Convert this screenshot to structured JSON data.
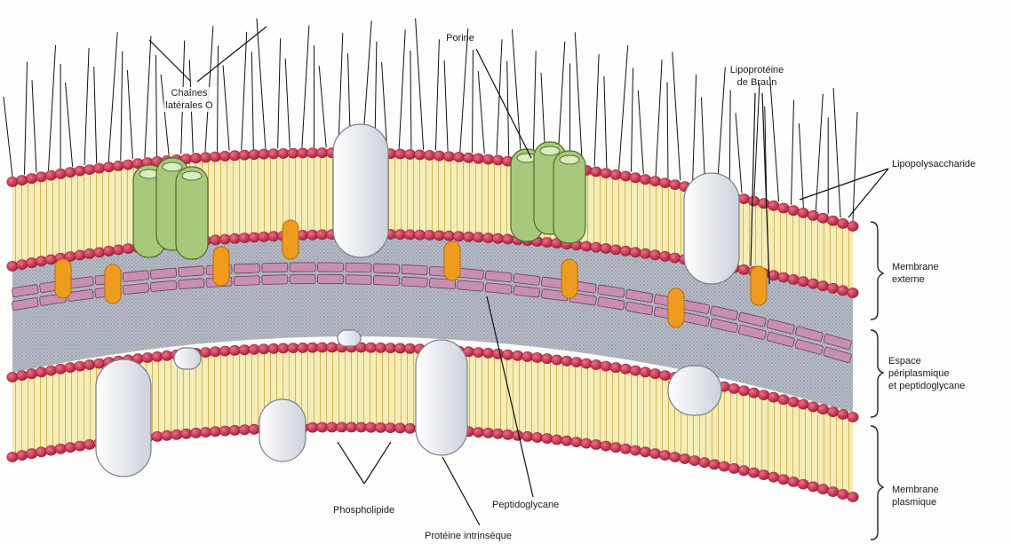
{
  "labels": {
    "o_chains_1": "Chaînes",
    "o_chains_2": "latérales O",
    "porin": "Porine",
    "braun_1": "Lipoprotéine",
    "braun_2": "de Braun",
    "lps": "Lipopolysaccharide",
    "outer_membrane_1": "Membrane",
    "outer_membrane_2": "externe",
    "periplasm_1": "Espace",
    "periplasm_2": "périplasmique",
    "periplasm_3": "et peptidoglycane",
    "plasma_membrane_1": "Membrane",
    "plasma_membrane_2": "plasmique",
    "phospholipid": "Phospholipide",
    "peptidoglycan": "Peptidoglycane",
    "intrinsic_protein": "Protéine intrinsèque"
  },
  "colors": {
    "head": "#d23a55",
    "head_dark": "#9e1f38",
    "tail_bg": "#f5edb6",
    "tail_line": "#c9a94a",
    "periplasm": "#a9afba",
    "peptidoglycan": "#c78fb0",
    "porin": "#a8c97b",
    "porin_dark": "#4f6b2a",
    "protein": "#e9ebf1",
    "lipoprotein": "#ef9b1e",
    "o_chain": "#111111"
  }
}
